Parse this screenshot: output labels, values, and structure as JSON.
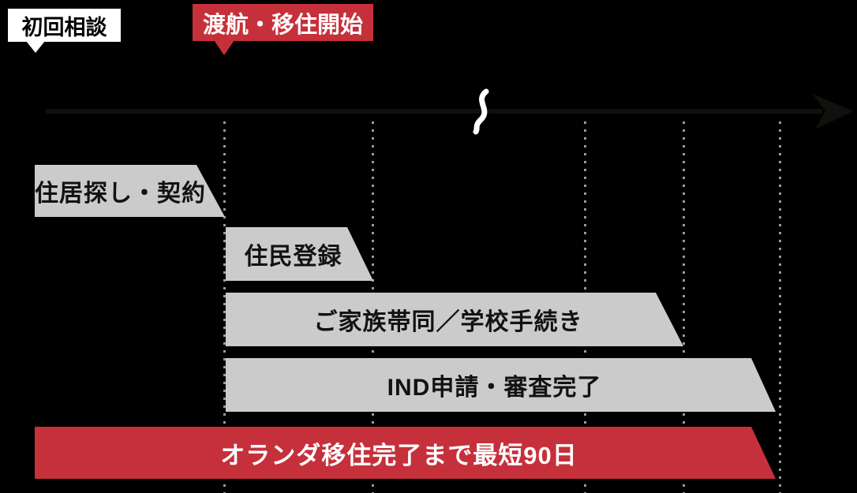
{
  "callouts": {
    "initial_consultation": {
      "label": "初回相談",
      "bg": "#ffffff",
      "text_color": "#000000"
    },
    "migration_start": {
      "label": "渡航・移住開始",
      "bg": "#c6303b",
      "text_color": "#ffffff"
    }
  },
  "timeline": {
    "arrow_color": "#12100c",
    "gridline_color": "#9a9a9a",
    "break_mark": "squiggle"
  },
  "tasks": [
    {
      "label": "住居探し・契約"
    },
    {
      "label": "住民登録"
    },
    {
      "label": "ご家族帯同／学校手続き"
    },
    {
      "label": "IND申請・審査完了"
    }
  ],
  "summary": {
    "label": "オランダ移住完了まで最短90日",
    "bg": "#c6303b",
    "text_color": "#ffffff"
  },
  "colors": {
    "background": "#000000",
    "bar_bg": "#cbcbcb",
    "bar_text": "#121212",
    "accent_red": "#c6303b"
  }
}
